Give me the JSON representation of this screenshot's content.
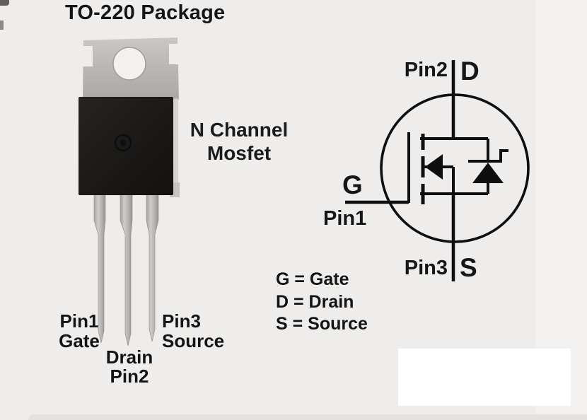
{
  "title": "TO-220 Package",
  "package_label": {
    "line1": "N Channel",
    "line2": "Mosfet"
  },
  "pin_callouts": {
    "pin1": {
      "number": "Pin1",
      "name": "Gate"
    },
    "pin2": {
      "name": "Drain",
      "number": "Pin2"
    },
    "pin3": {
      "number": "Pin3",
      "name": "Source"
    }
  },
  "schematic": {
    "top_pin": "Pin2",
    "top_terminal": "D",
    "left_terminal": "G",
    "left_pin": "Pin1",
    "bottom_pin": "Pin3",
    "bottom_terminal": "S"
  },
  "legend": {
    "gate": "G = Gate",
    "drain": "D = Drain",
    "source": "S = Source"
  },
  "colors": {
    "ink": "#0f0f0f",
    "background": "#eeedeb",
    "metal_tab": "#bcbab8",
    "package_body": "#1d1b19",
    "white_box": "#ffffff"
  }
}
